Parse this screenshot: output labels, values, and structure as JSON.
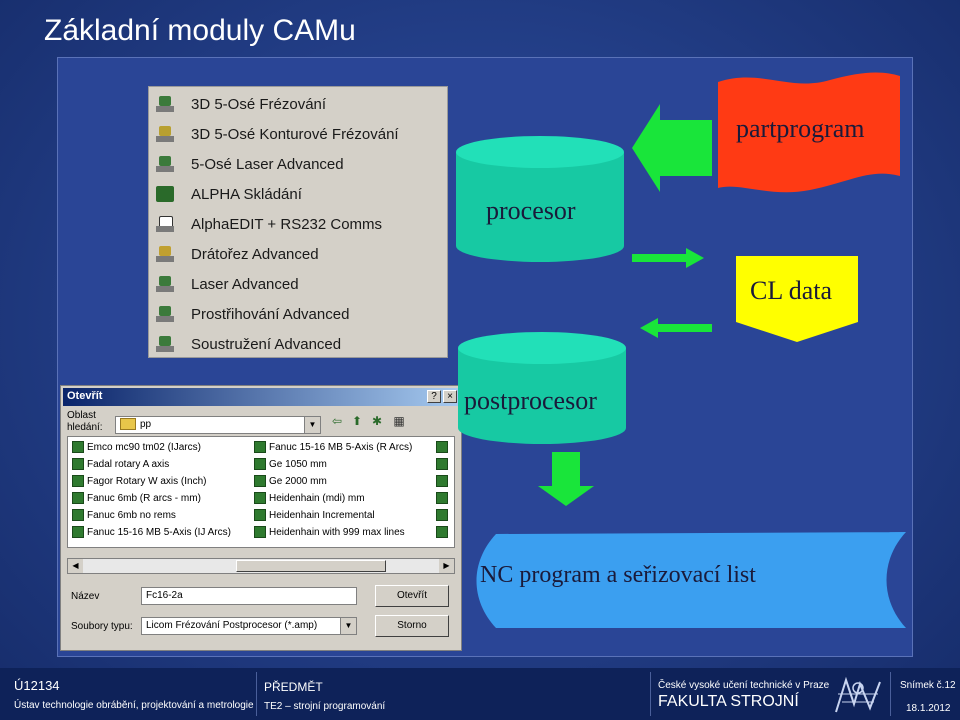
{
  "title": "Základní moduly CAMu",
  "menu": {
    "items": [
      "3D 5-Osé Frézování",
      "3D 5-Osé Konturové Frézování",
      "5-Osé Laser Advanced",
      "ALPHA Skládání",
      "AlphaEDIT + RS232 Comms",
      "Drátořez Advanced",
      "Laser Advanced",
      "Prostřihování Advanced",
      "Soustružení Advanced"
    ]
  },
  "dialog": {
    "title": "Otevřít",
    "help_glyph": "?",
    "close_glyph": "×",
    "lookin_label_1": "Oblast",
    "lookin_label_2": "hledání:",
    "lookin_value": "pp",
    "files_col1": [
      "Emco mc90 tm02 (IJarcs)",
      "Fadal rotary A axis",
      "Fagor Rotary W axis (Inch)",
      "Fanuc 6mb (R arcs - mm)",
      "Fanuc 6mb no rems",
      "Fanuc 15-16 MB 5-Axis (IJ Arcs)"
    ],
    "files_col2": [
      "Fanuc 15-16 MB 5-Axis (R Arcs)",
      "Ge 1050 mm",
      "Ge 2000 mm",
      "Heidenhain (mdi) mm",
      "Heidenhain Incremental",
      "Heidenhain with 999 max lines"
    ],
    "name_label": "Název",
    "name_value": "Fc16-2a",
    "type_label": "Soubory typu:",
    "type_value": "Licom Frézování Postprocesor (*.amp)",
    "open_button": "Otevřít",
    "cancel_button": "Storno"
  },
  "flow": {
    "partprogram": "partprogram",
    "procesor": "procesor",
    "cl_data": "CL data",
    "postprocesor": "postprocesor",
    "nc_program": "NC program a seřizovací list"
  },
  "colors": {
    "red": "#ff3a14",
    "cyan": "#17c9a3",
    "yellow": "#ffff00",
    "blue": "#3b9ff0",
    "green": "#19e53a"
  },
  "footer": {
    "code": "Ú12134",
    "department": "Ústav technologie obrábění, projektování a metrologie",
    "subject_label": "PŘEDMĚT",
    "subject": "TE2 – strojní programování",
    "university": "České vysoké učení technické v Praze",
    "faculty": "FAKULTA STROJNÍ",
    "slide": "Snímek č.12",
    "date": "18.1.2012"
  }
}
